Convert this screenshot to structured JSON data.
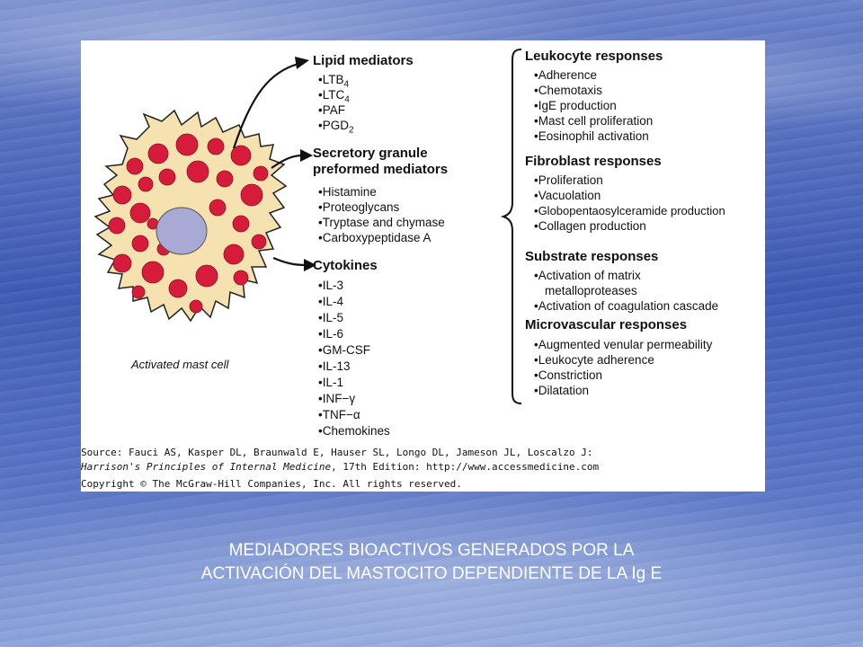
{
  "figure": {
    "lipid": {
      "title": "Lipid mediators",
      "items": [
        "LTB",
        "LTC",
        "PAF",
        "PGD"
      ],
      "subscripts": [
        "4",
        "4",
        "",
        "2"
      ]
    },
    "granule": {
      "title_line1": "Secretory granule",
      "title_line2": "preformed mediators",
      "items": [
        "Histamine",
        "Proteoglycans",
        "Tryptase and chymase",
        "Carboxypeptidase A"
      ]
    },
    "cytokines": {
      "title": "Cytokines",
      "items": [
        "IL-3",
        "IL-4",
        "IL-5",
        "IL-6",
        "GM-CSF",
        "IL-13",
        "IL-1",
        "INF−γ",
        "TNF−α",
        "Chemokines"
      ]
    },
    "cell_caption": "Activated mast cell",
    "leukocyte": {
      "title": "Leukocyte responses",
      "items": [
        "Adherence",
        "Chemotaxis",
        "IgE production",
        "Mast cell proliferation",
        "Eosinophil activation"
      ]
    },
    "fibroblast": {
      "title": "Fibroblast responses",
      "items": [
        "Proliferation",
        "Vacuolation",
        "Globopentaosylceramide production",
        "Collagen production"
      ]
    },
    "substrate": {
      "title": "Substrate responses",
      "items": [
        "Activation of matrix",
        "metalloproteases",
        "Activation of coagulation cascade"
      ]
    },
    "microvascular": {
      "title": "Microvascular responses",
      "items": [
        "Augmented venular permeability",
        "Leukocyte adherence",
        "Constriction",
        "Dilatation"
      ]
    },
    "source": {
      "line1": "Source: Fauci AS, Kasper DL, Braunwald E, Hauser SL, Longo DL, Jameson JL, Loscalzo J:",
      "line2_italic": "Harrison's Principles of Internal Medicine",
      "line2_rest": ", 17th Edition: http://www.accessmedicine.com",
      "line3": "Copyright © The McGraw-Hill Companies, Inc. All rights reserved."
    },
    "colors": {
      "cytoplasm": "#f5e2b0",
      "granule": "#d61c3a",
      "nucleus": "#a9a9d6"
    }
  },
  "caption": {
    "line1": "MEDIADORES BIOACTIVOS GENERADOS POR LA",
    "line2": "ACTIVACIÓN DEL MASTOCITO  DEPENDIENTE DE LA Ig E"
  }
}
